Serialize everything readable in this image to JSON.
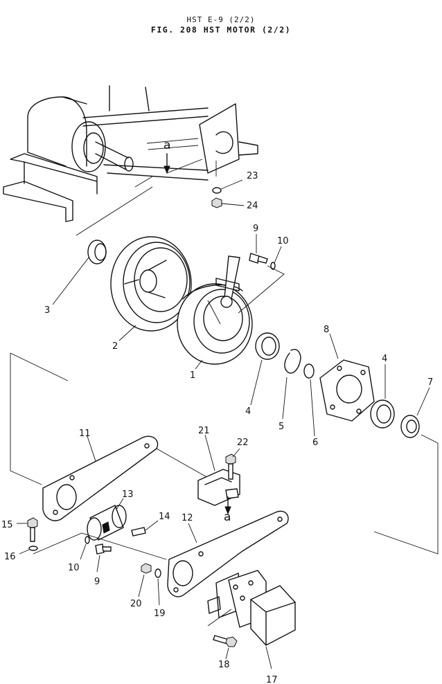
{
  "header": {
    "line1": "HST E-9 (2/2)",
    "line2": "FIG. 208  HST MOTOR (2/2)"
  },
  "markers": {
    "ref_top": "a",
    "ref_bottom": "a"
  },
  "callouts": {
    "c1": "1",
    "c2": "2",
    "c3": "3",
    "c4a": "4",
    "c4b": "4",
    "c5": "5",
    "c6": "6",
    "c7": "7",
    "c8": "8",
    "c9a": "9",
    "c9b": "9",
    "c10a": "10",
    "c10b": "10",
    "c11": "11",
    "c12": "12",
    "c13": "13",
    "c14": "14",
    "c15": "15",
    "c16": "16",
    "c17": "17",
    "c18": "18",
    "c19": "19",
    "c20": "20",
    "c21": "21",
    "c22": "22",
    "c23": "23",
    "c24": "24"
  }
}
